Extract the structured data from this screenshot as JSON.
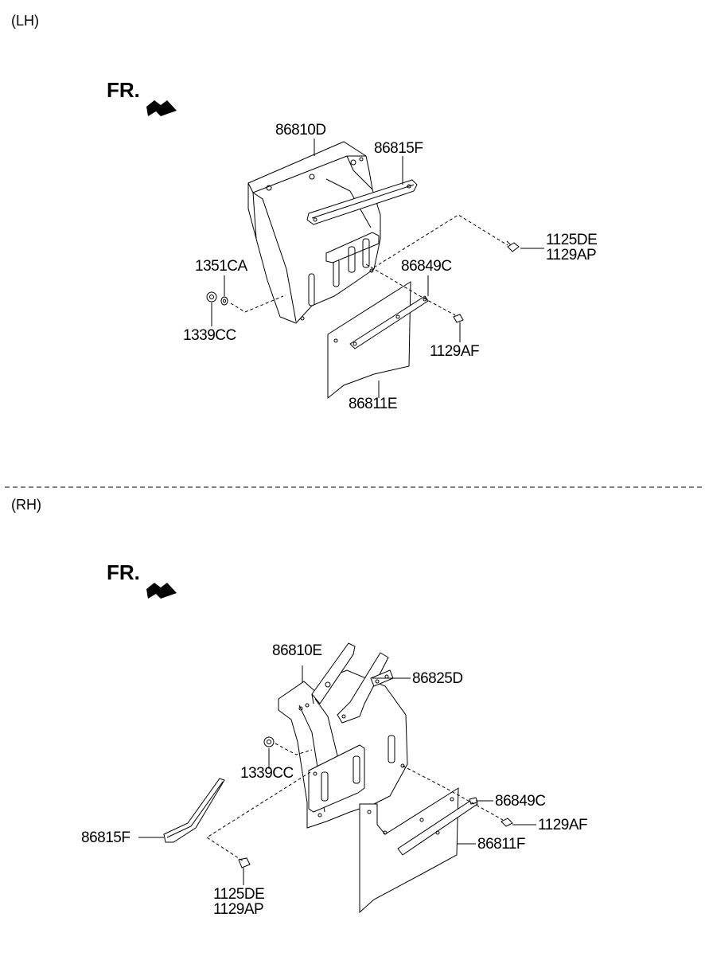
{
  "sections": {
    "lh": {
      "title": "(LH)",
      "fr": "FR.",
      "labels": {
        "p86810D": "86810D",
        "p86815F": "86815F",
        "p1125DE": "1125DE",
        "p1129AP": "1129AP",
        "p1351CA": "1351CA",
        "p86849C": "86849C",
        "p1339CC": "1339CC",
        "p1129AF": "1129AF",
        "p86811E": "86811E"
      }
    },
    "rh": {
      "title": "(RH)",
      "fr": "FR.",
      "labels": {
        "p86810E": "86810E",
        "p86825D": "86825D",
        "p1339CC": "1339CC",
        "p86849C": "86849C",
        "p1129AF": "1129AF",
        "p86815F": "86815F",
        "p86811F": "86811F",
        "p1125DE": "1125DE",
        "p1129AP": "1129AP"
      }
    }
  }
}
